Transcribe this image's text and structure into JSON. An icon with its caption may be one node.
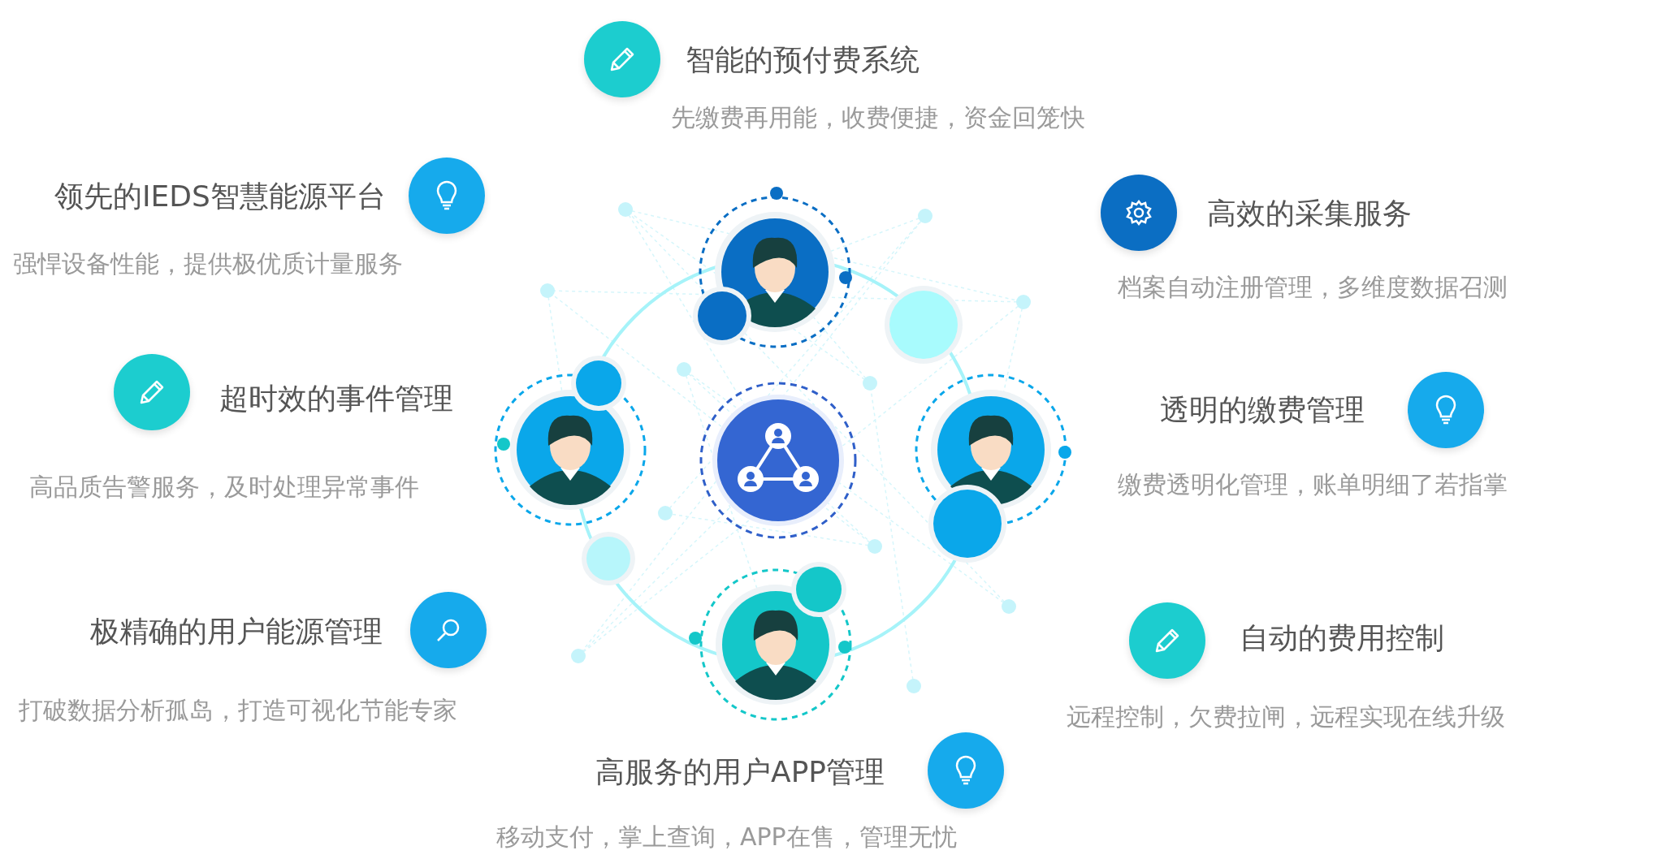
{
  "diagram": {
    "labels": [
      "智能的预付费系统",
      "先缴费再用能，收费便捷，资金回笼快",
      "领先的IEDS智慧能源平台",
      "强悍设备性能，提供极优质计量服务",
      "高效的采集服务",
      "档案自动注册管理，多维度数据召测",
      "超时效的事件管理",
      "高品质告警服务，及时处理异常事件",
      "透明的缴费管理",
      "缴费透明化管理，账单明细了若指掌",
      "极精确的用户能源管理",
      "打破数据分析孤岛，打造可视化节能专家",
      "自动的费用控制",
      "远程控制，欠费拉闸，远程实现在线升级",
      "高服务的用户APP管理",
      "移动支付，掌上查询，APP在售，管理无忧"
    ]
  }
}
